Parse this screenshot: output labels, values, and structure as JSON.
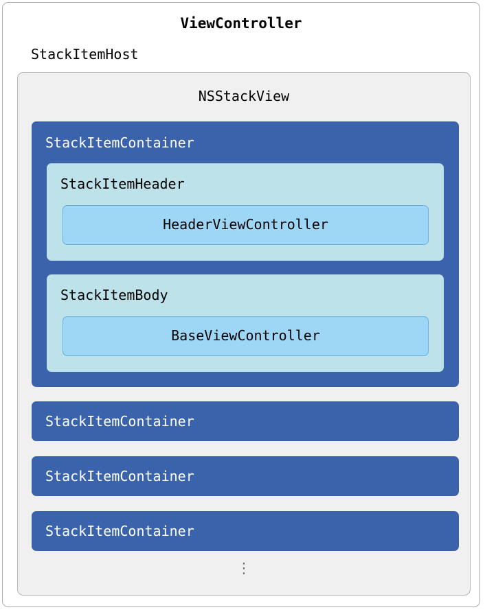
{
  "window": {
    "title": "ViewController",
    "host_label": "StackItemHost"
  },
  "stack_view": {
    "title": "NSStackView",
    "ellipsis": "⋮",
    "expanded_item": {
      "label": "StackItemContainer",
      "sections": [
        {
          "label": "StackItemHeader",
          "controller": "HeaderViewController"
        },
        {
          "label": "StackItemBody",
          "controller": "BaseViewController"
        }
      ]
    },
    "collapsed_items": [
      {
        "label": "StackItemContainer"
      },
      {
        "label": "StackItemContainer"
      },
      {
        "label": "StackItemContainer"
      }
    ]
  },
  "colors": {
    "container_blue": "#3a63ab",
    "section_cyan": "#bde2ea",
    "controller_blue": "#9dd7f5",
    "controller_border": "#6aaedd",
    "panel_gray": "#f0f0f0",
    "frame_border": "#adadad",
    "ellipsis_gray": "#6e6e6e"
  }
}
